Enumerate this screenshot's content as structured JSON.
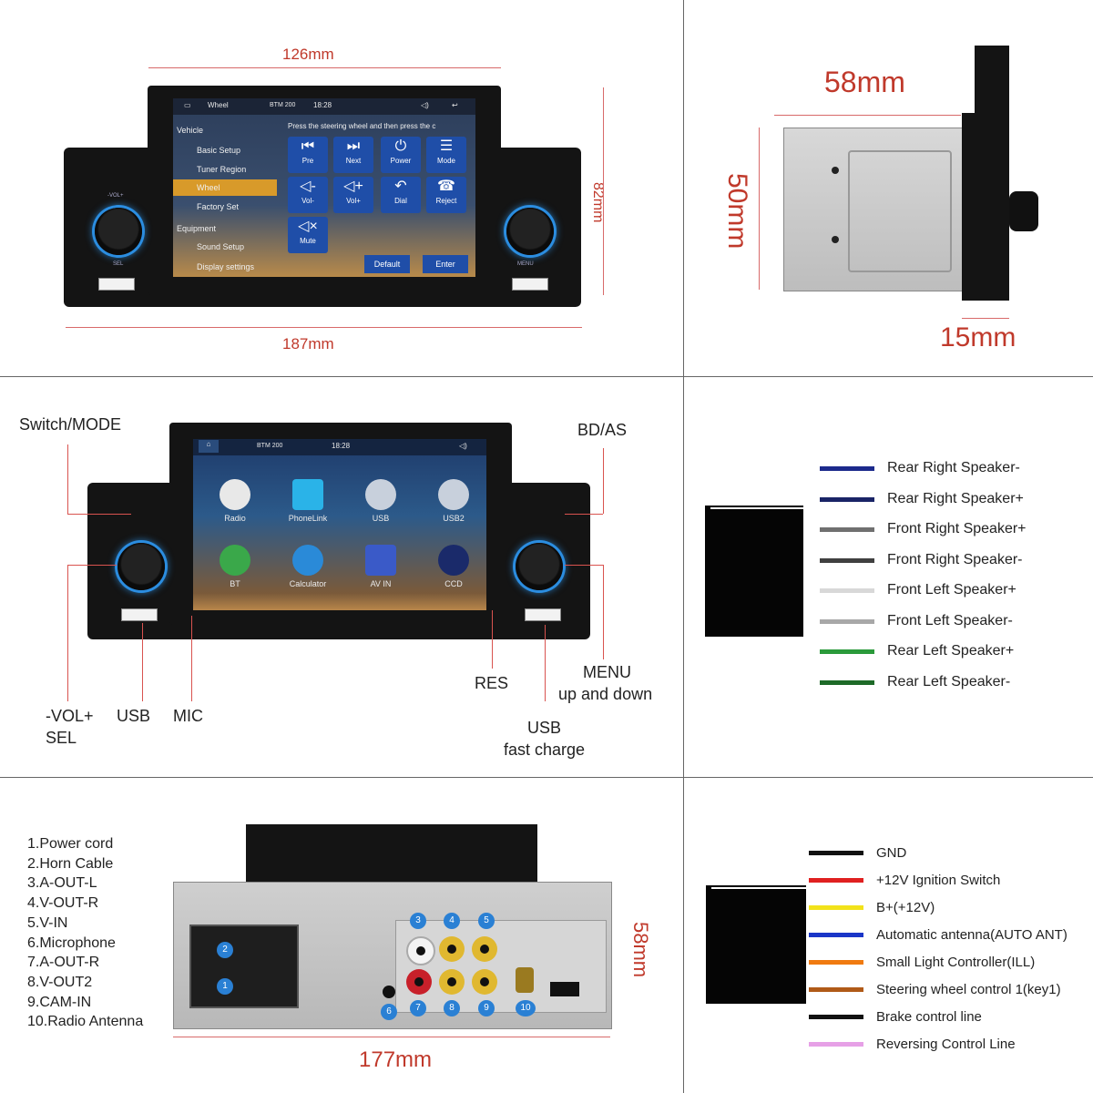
{
  "section1": {
    "dim_top": "126mm",
    "dim_bottom": "187mm",
    "dim_side": "82mm",
    "screen": {
      "top_bar": {
        "left": "Wheel",
        "center": "BTM 200",
        "time": "18:28"
      },
      "hint": "Press the steering wheel and then press the c",
      "menu_items": [
        "Vehicle",
        "Basic Setup",
        "Tuner Region",
        "Wheel",
        "Factory Set",
        "Equipment",
        "Sound Setup",
        "Display settings"
      ],
      "selected_menu_item": "Wheel",
      "tiles": [
        {
          "label": "Pre",
          "icon": "previous-track-icon"
        },
        {
          "label": "Next",
          "icon": "next-track-icon"
        },
        {
          "label": "Power",
          "icon": "power-icon"
        },
        {
          "label": "Mode",
          "icon": "menu-icon"
        },
        {
          "label": "Vol-",
          "icon": "volume-down-icon"
        },
        {
          "label": "Vol+",
          "icon": "volume-up-icon"
        },
        {
          "label": "Dial",
          "icon": "phone-dial-icon"
        },
        {
          "label": "Reject",
          "icon": "phone-reject-icon"
        },
        {
          "label": "Mute",
          "icon": "mute-icon"
        }
      ],
      "buttons": {
        "default": "Default",
        "enter": "Enter"
      }
    },
    "panel_left": {
      "vol": "-VOL+",
      "sel": "SEL"
    },
    "panel_right": {
      "menu": "MENU"
    }
  },
  "section2": {
    "dim_width": "58mm",
    "dim_height": "50mm",
    "dim_depth": "15mm"
  },
  "section3": {
    "labels": {
      "switch_mode": "Switch/MODE",
      "bd_as": "BD/AS",
      "vol_line1": "-VOL+",
      "vol_line2": "SEL",
      "usb": "USB",
      "mic": "MIC",
      "res": "RES",
      "menu_line1": "MENU",
      "menu_line2": "up and down",
      "usb_fast_line1": "USB",
      "usb_fast_line2": "fast charge"
    },
    "screen": {
      "top_bar": {
        "center": "BTM 200",
        "time": "18:28"
      },
      "apps": [
        {
          "label": "Radio",
          "icon": "radio-icon"
        },
        {
          "label": "PhoneLink",
          "icon": "phonelink-icon"
        },
        {
          "label": "USB",
          "icon": "usb-icon"
        },
        {
          "label": "USB2",
          "icon": "usb2-icon"
        },
        {
          "label": "BT",
          "icon": "bluetooth-phone-icon"
        },
        {
          "label": "Calculator",
          "icon": "calculator-icon"
        },
        {
          "label": "AV IN",
          "icon": "av-in-icon"
        },
        {
          "label": "CCD",
          "icon": "camera-icon"
        }
      ]
    }
  },
  "section4": {
    "wires": [
      {
        "label": "Rear Right Speaker-",
        "color": "#1c2a8c"
      },
      {
        "label": "Rear Right Speaker+",
        "color": "#1a2466"
      },
      {
        "label": "Front Right Speaker+",
        "color": "#707070"
      },
      {
        "label": "Front Right Speaker-",
        "color": "#404040"
      },
      {
        "label": "Front Left Speaker+",
        "color": "#d8d8d8"
      },
      {
        "label": "Front Left Speaker-",
        "color": "#a8a8a8"
      },
      {
        "label": "Rear Left Speaker+",
        "color": "#2a9a3a"
      },
      {
        "label": "Rear Left Speaker-",
        "color": "#1d6a28"
      }
    ]
  },
  "section5": {
    "connectors": [
      "1.Power cord",
      "2.Horn Cable",
      "3.A-OUT-L",
      "4.V-OUT-R",
      "5.V-IN",
      "6.Microphone",
      "7.A-OUT-R",
      "8.V-OUT2",
      "9.CAM-IN",
      "10.Radio Antenna"
    ],
    "dim_width": "177mm",
    "dim_height": "58mm",
    "badges": [
      "1",
      "2",
      "3",
      "4",
      "5",
      "6",
      "7",
      "8",
      "9",
      "10"
    ]
  },
  "section6": {
    "wires": [
      {
        "label": "GND",
        "color": "#111111"
      },
      {
        "label": "+12V Ignition Switch",
        "color": "#e02020"
      },
      {
        "label": "B+(+12V)",
        "color": "#f2e21a"
      },
      {
        "label": "Automatic antenna(AUTO ANT)",
        "color": "#1a36c8"
      },
      {
        "label": "Small Light Controller(ILL)",
        "color": "#f07a10"
      },
      {
        "label": "Steering wheel control 1(key1)",
        "color": "#b05a18"
      },
      {
        "label": "Brake control line",
        "color": "#111111"
      },
      {
        "label": "Reversing Control Line",
        "color": "#e6a0e6"
      }
    ]
  },
  "colors": {
    "dimension_red": "#c0392b",
    "knob_ring": "#2b8de0",
    "menu_highlight": "#d89a2a",
    "tile_blue": "#1f4ea8"
  }
}
